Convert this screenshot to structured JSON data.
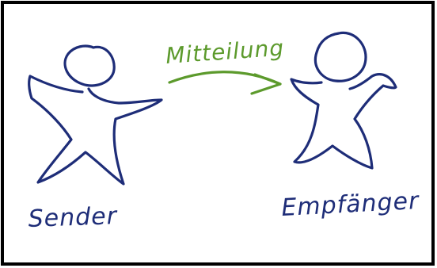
{
  "diagram": {
    "message_label": "Mitteilung",
    "sender_label": "Sender",
    "receiver_label": "Empfänger",
    "colors": {
      "figure_stroke": "#1e2d78",
      "message_stroke": "#5c9a2c",
      "frame": "#000000"
    }
  }
}
